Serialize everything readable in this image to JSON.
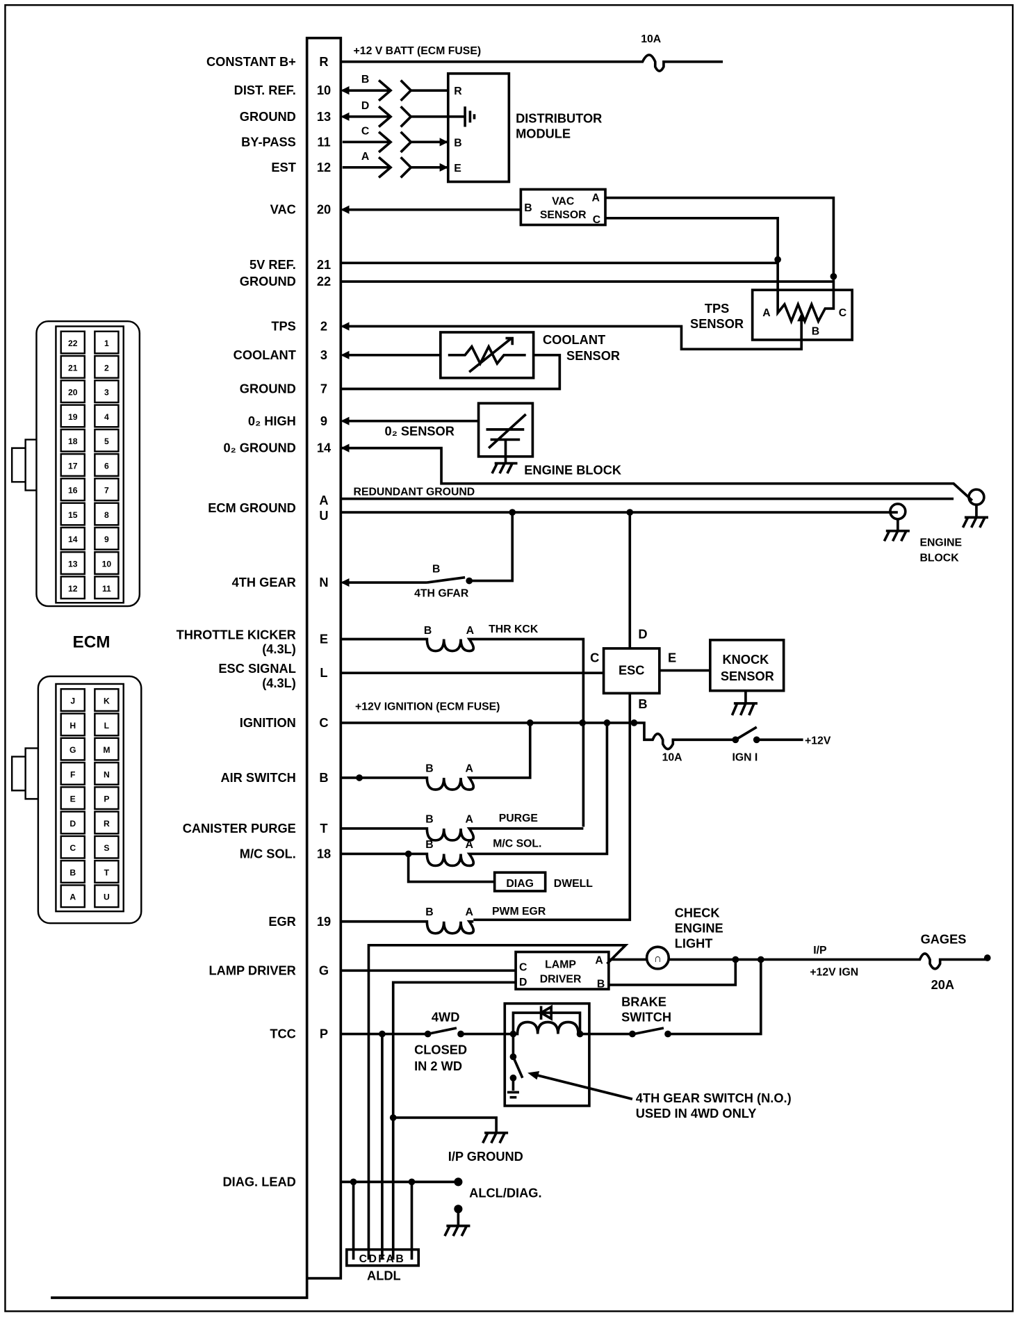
{
  "ecm": {
    "label": "ECM",
    "pins": [
      {
        "label": "CONSTANT B+",
        "pin": "R"
      },
      {
        "label": "DIST. REF.",
        "pin": "10"
      },
      {
        "label": "GROUND",
        "pin": "13"
      },
      {
        "label": "BY-PASS",
        "pin": "11"
      },
      {
        "label": "EST",
        "pin": "12"
      },
      {
        "label": "VAC",
        "pin": "20"
      },
      {
        "label": "5V REF.",
        "pin": "21"
      },
      {
        "label": "GROUND",
        "pin": "22"
      },
      {
        "label": "TPS",
        "pin": "2"
      },
      {
        "label": "COOLANT",
        "pin": "3"
      },
      {
        "label": "GROUND",
        "pin": "7"
      },
      {
        "label": "0₂ HIGH",
        "pin": "9"
      },
      {
        "label": "0₂ GROUND",
        "pin": "14"
      },
      {
        "label": "ECM GROUND",
        "pin": "A"
      },
      {
        "label": "",
        "pin": "U"
      },
      {
        "label": "4TH GEAR",
        "pin": "N"
      },
      {
        "label": "THROTTLE KICKER",
        "pin": "E"
      },
      {
        "label": "ESC SIGNAL",
        "pin": "L"
      },
      {
        "label": "IGNITION",
        "pin": "C"
      },
      {
        "label": "AIR SWITCH",
        "pin": "B"
      },
      {
        "label": "CANISTER PURGE",
        "pin": "T"
      },
      {
        "label": "M/C SOL.",
        "pin": "18"
      },
      {
        "label": "EGR",
        "pin": "19"
      },
      {
        "label": "LAMP DRIVER",
        "pin": "G"
      },
      {
        "label": "TCC",
        "pin": "P"
      },
      {
        "label": "DIAG. LEAD",
        "pin": ""
      }
    ],
    "throttle_kicker_note": "(4.3L)",
    "esc_signal_note": "(4.3L)",
    "connector_top": {
      "left": [
        "22",
        "21",
        "20",
        "19",
        "18",
        "17",
        "16",
        "15",
        "14",
        "13",
        "12"
      ],
      "right": [
        "1",
        "2",
        "3",
        "4",
        "5",
        "6",
        "7",
        "8",
        "9",
        "10",
        "11"
      ]
    },
    "connector_bottom": {
      "left": [
        "J",
        "H",
        "G",
        "F",
        "E",
        "D",
        "C",
        "B",
        "A"
      ],
      "right": [
        "K",
        "L",
        "M",
        "N",
        "P",
        "R",
        "S",
        "T",
        "U"
      ]
    }
  },
  "labels": {
    "batt": "+12 V BATT (ECM FUSE)",
    "fuse_10a_top": "10A",
    "dist_wire_b": "B",
    "dist_wire_d": "D",
    "dist_wire_c": "C",
    "dist_wire_a": "A",
    "dist_pin_r": "R",
    "dist_pin_b": "B",
    "dist_pin_e": "E",
    "distributor_line1": "DISTRIBUTOR",
    "distributor_line2": "MODULE",
    "vac_b": "B",
    "vac_line1": "VAC",
    "vac_line2": "SENSOR",
    "vac_a": "A",
    "vac_c": "C",
    "tps_line1": "TPS",
    "tps_line2": "SENSOR",
    "tps_a": "A",
    "tps_b": "B",
    "tps_c": "C",
    "coolant_line1": "COOLANT",
    "coolant_line2": "SENSOR",
    "o2_sensor": "0₂ SENSOR",
    "engine_block_o2": "ENGINE BLOCK",
    "redundant_ground": "REDUNDANT GROUND",
    "engine_block_line1": "ENGINE",
    "engine_block_line2": "BLOCK",
    "gear_b": "B",
    "gear_switch": "4TH GFAR",
    "thr_b": "B",
    "thr_a": "A",
    "thr_kck": "THR KCK",
    "esc": "ESC",
    "esc_c": "C",
    "esc_d": "D",
    "esc_e": "E",
    "esc_b": "B",
    "knock_line1": "KNOCK",
    "knock_line2": "SENSOR",
    "ign_line": "+12V IGNITION (ECM FUSE)",
    "fuse_10a_ign": "10A",
    "ign_switch": "IGN I",
    "plus12v": "+12V",
    "air_b": "B",
    "air_a": "A",
    "purge_b": "B",
    "purge_a": "A",
    "purge": "PURGE",
    "mc_b": "B",
    "mc_a": "A",
    "mc_sol": "M/C SOL.",
    "diag": "DIAG",
    "dwell": "DWELL",
    "egr_b": "B",
    "egr_a": "A",
    "pwm_egr": "PWM EGR",
    "check_line1": "CHECK",
    "check_line2": "ENGINE",
    "check_line3": "LIGHT",
    "lamp_c": "C",
    "lamp_d": "D",
    "lamp_a": "A",
    "lamp_b": "B",
    "lamp_line1": "LAMP",
    "lamp_line2": "DRIVER",
    "ip": "I/P",
    "ip_12v": "+12V IGN",
    "gages": "GAGES",
    "fuse_20a": "20A",
    "fourwd": "4WD",
    "closed_line1": "CLOSED",
    "closed_line2": "IN 2 WD",
    "brake_line1": "BRAKE",
    "brake_line2": "SWITCH",
    "gear4_line1": "4TH GEAR SWITCH (N.O.)",
    "gear4_line2": "USED IN 4WD ONLY",
    "ip_ground": "I/P GROUND",
    "alcl": "ALCL/DIAG.",
    "aldl_pins": "CDFAB",
    "aldl": "ALDL"
  }
}
